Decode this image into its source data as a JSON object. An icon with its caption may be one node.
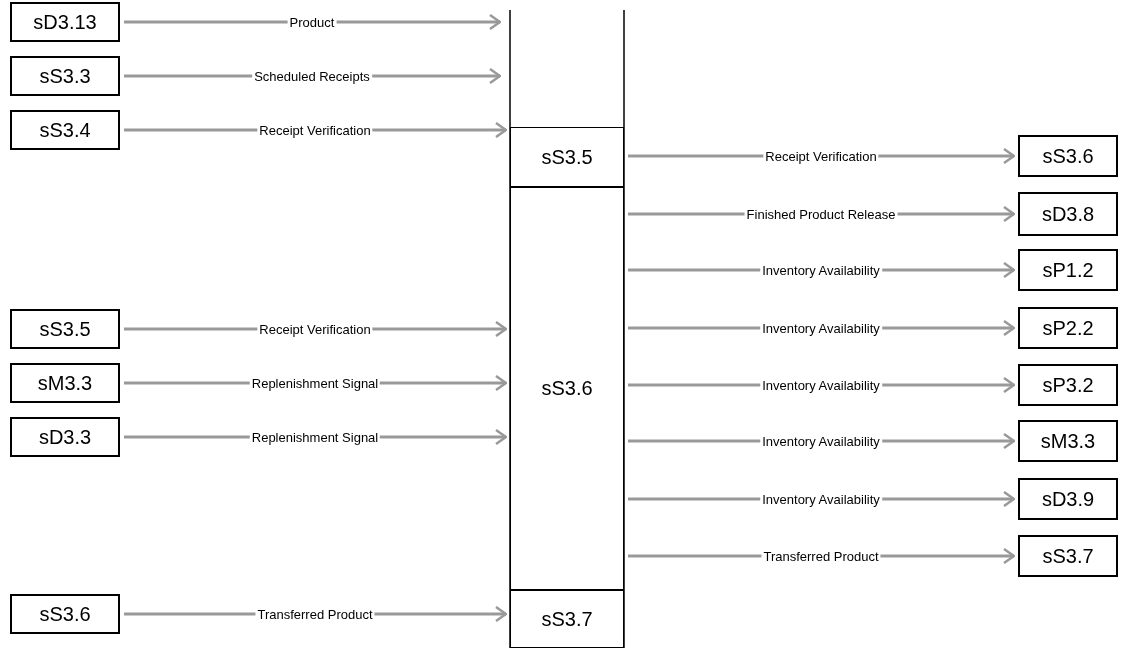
{
  "diagram": {
    "nodes": [
      {
        "text": [
          "sD3.13"
        ]
      },
      {
        "text": [
          "sS3.3"
        ]
      },
      {
        "text": [
          "sS3.4"
        ]
      },
      {
        "text": [
          "sS3.5"
        ]
      },
      {
        "text": [
          "sM3.3"
        ]
      },
      {
        "text": [
          "sD3.3"
        ]
      },
      {
        "text": [
          "sS3.6"
        ]
      },
      {
        "text": [
          "sS3.5"
        ]
      },
      {
        "text": [
          "sS3.6"
        ]
      },
      {
        "text": [
          "sS3.7"
        ]
      },
      {
        "text": [
          "sS3.6"
        ]
      },
      {
        "text": [
          "sD3.8"
        ]
      },
      {
        "text": [
          "sP1.2"
        ]
      },
      {
        "text": [
          "sP2.2"
        ]
      },
      {
        "text": [
          "sP3.2"
        ]
      },
      {
        "text": [
          "sM3.3"
        ]
      },
      {
        "text": [
          "sD3.9"
        ]
      },
      {
        "text": [
          "sS3.7"
        ]
      }
    ],
    "edges": [
      {
        "from": 0,
        "to": null,
        "arrow": "to",
        "label": "Product"
      },
      {
        "from": 1,
        "to": null,
        "arrow": "to",
        "label": "Scheduled Receipts"
      },
      {
        "from": 2,
        "to": 7,
        "arrow": "to",
        "label": "Receipt Verification"
      },
      {
        "from": 7,
        "to": 10,
        "arrow": "to",
        "label": "Receipt Verification"
      },
      {
        "from": 8,
        "to": 11,
        "arrow": "to",
        "label": "Finished Product Release"
      },
      {
        "from": 8,
        "to": 12,
        "arrow": "to",
        "label": "Inventory Availability"
      },
      {
        "from": 3,
        "to": 8,
        "arrow": "to",
        "label": "Receipt Verification"
      },
      {
        "from": 8,
        "to": 13,
        "arrow": "to",
        "label": "Inventory Availability"
      },
      {
        "from": 4,
        "to": 8,
        "arrow": "to",
        "label": "Replenishment Signal"
      },
      {
        "from": 8,
        "to": 14,
        "arrow": "to",
        "label": "Inventory Availability"
      },
      {
        "from": 5,
        "to": 8,
        "arrow": "to",
        "label": "Replenishment Signal"
      },
      {
        "from": 8,
        "to": 15,
        "arrow": "to",
        "label": "Inventory Availability"
      },
      {
        "from": 8,
        "to": 16,
        "arrow": "to",
        "label": "Inventory Availability"
      },
      {
        "from": 8,
        "to": 17,
        "arrow": "to",
        "label": "Transferred Product"
      },
      {
        "from": 6,
        "to": 9,
        "arrow": "to",
        "label": "Transferred Product"
      }
    ]
  }
}
